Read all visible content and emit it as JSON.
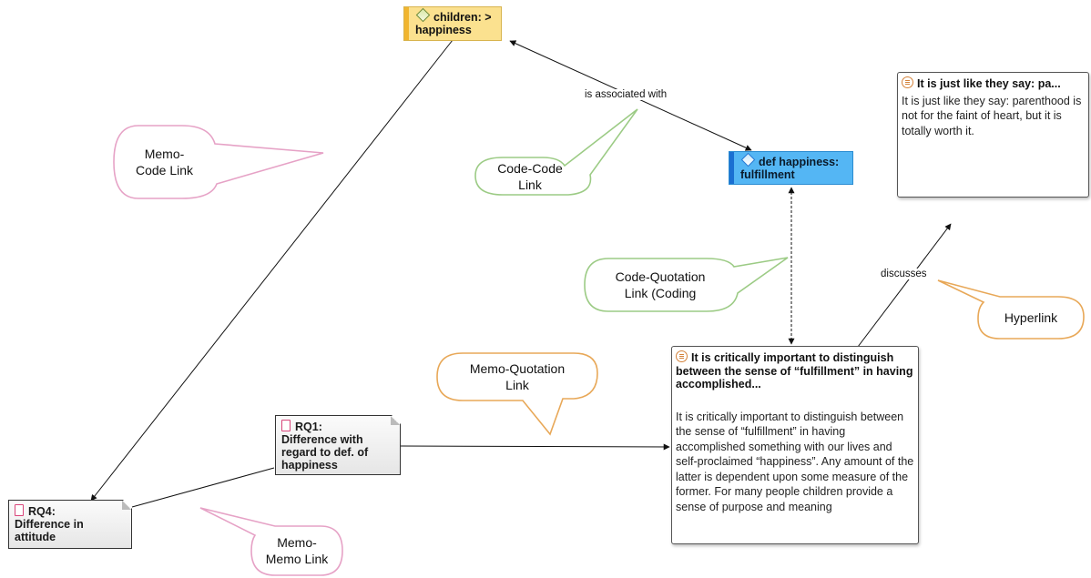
{
  "nodes": {
    "code_children": {
      "line1": "children: >",
      "line2": "happiness"
    },
    "code_def_happiness": {
      "line1": "def happiness:",
      "line2": "fulfillment"
    },
    "quote_parenthood": {
      "title": "It is just like they say: pa...",
      "body": "It is just like they say: parenthood is not for the faint of heart, but it is totally worth it."
    },
    "quote_fulfillment": {
      "title": "It is critically important to distinguish between the sense of “fulfillment” in having accomplished...",
      "body": "It is critically important to distinguish between the sense of “fulfillment” in having accomplished something with our lives and self-proclaimed “happiness”. Any amount of the latter is dependent upon some measure of the former. For many people children provide a sense of purpose and meaning"
    },
    "memo_rq1": {
      "line1": "RQ1:",
      "line2": "Difference with",
      "line3": "regard to def. of",
      "line4": "happiness"
    },
    "memo_rq4": {
      "line1": "RQ4:",
      "line2": "Difference in",
      "line3": "attitude"
    }
  },
  "edge_labels": {
    "associated": "is associated with",
    "discusses": "discusses"
  },
  "callouts": {
    "memo_code": {
      "line1": "Memo-",
      "line2": "Code Link",
      "color": "#e6a2c6"
    },
    "code_code": {
      "line1": "Code-Code",
      "line2": "Link",
      "color": "#9ccb85"
    },
    "code_quotation": {
      "line1": "Code-Quotation",
      "line2": "Link (Coding",
      "color": "#9ccb85"
    },
    "hyperlink": {
      "line1": "Hyperlink",
      "line2": "",
      "color": "#e8a858"
    },
    "memo_quotation": {
      "line1": "Memo-Quotation",
      "line2": "Link",
      "color": "#e8a858"
    },
    "memo_memo": {
      "line1": "Memo-",
      "line2": "Memo Link",
      "color": "#e6a2c6"
    }
  },
  "colors": {
    "code_yellow": "#fbe18f",
    "code_blue": "#54b6f4",
    "edge": "#111111",
    "callout_pink": "#e6a2c6",
    "callout_green": "#9ccb85",
    "callout_orange": "#e8a858"
  }
}
